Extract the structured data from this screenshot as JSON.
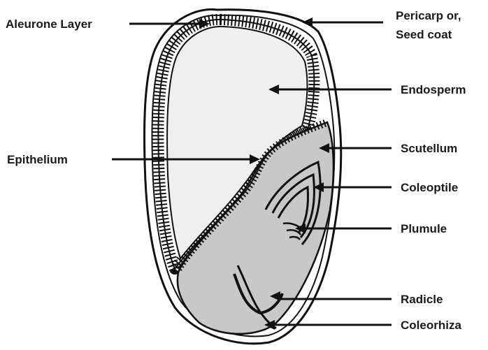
{
  "diagram": {
    "labels": {
      "aleurone": "Aleurone Layer",
      "pericarp_line1": "Pericarp or,",
      "pericarp_line2": "Seed coat",
      "endosperm": "Endosperm",
      "epithelium": "Epithelium",
      "scutellum": "Scutellum",
      "coleoptile": "Coleoptile",
      "plumule": "Plumule",
      "radicle": "Radicle",
      "coleorhiza": "Coleorhiza"
    },
    "colors": {
      "outline": "#111111",
      "endosperm_fill": "#efefef",
      "embryo_fill": "#c8c8c8",
      "seed_coat_fill": "#ffffff",
      "text": "#1a1a1a"
    }
  }
}
